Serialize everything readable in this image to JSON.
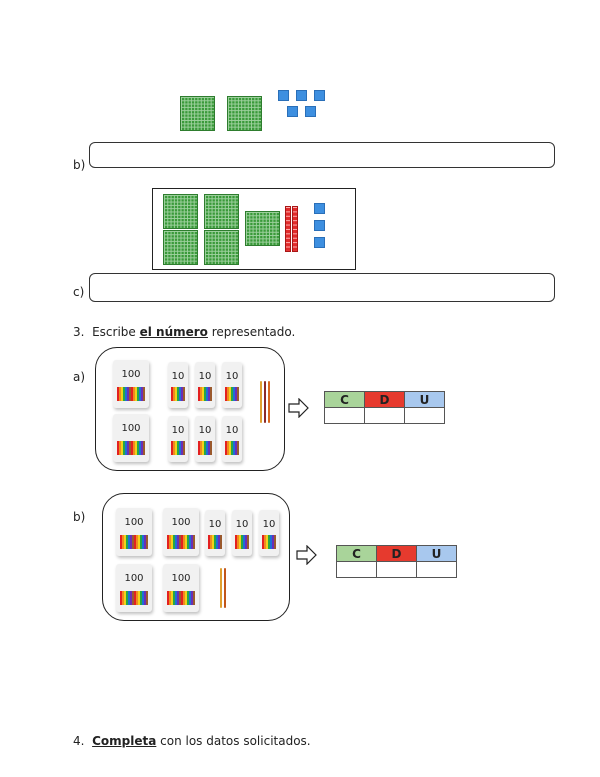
{
  "section_b_label": "b)",
  "section_c_label": "c)",
  "question3": {
    "number": "3.",
    "prefix": "Escribe ",
    "emphasis": "el número",
    "suffix": " representado."
  },
  "item_a": {
    "label": "a)",
    "packs": [
      "100",
      "100",
      "10",
      "10",
      "10",
      "10",
      "10",
      "10"
    ],
    "table": {
      "headers": [
        "C",
        "D",
        "U"
      ],
      "colors": [
        "#a9d49a",
        "#e63a2e",
        "#a8c8ee"
      ],
      "values": [
        "",
        "",
        ""
      ]
    }
  },
  "item_b": {
    "label": "b)",
    "packs": [
      "100",
      "100",
      "10",
      "10",
      "10",
      "100",
      "100"
    ],
    "table": {
      "headers": [
        "C",
        "D",
        "U"
      ],
      "colors": [
        "#a9d49a",
        "#e63a2e",
        "#a8c8ee"
      ],
      "values": [
        "",
        "",
        ""
      ]
    }
  },
  "question4": {
    "number": "4.",
    "emphasis": "Completa",
    "suffix": " con los datos solicitados."
  }
}
